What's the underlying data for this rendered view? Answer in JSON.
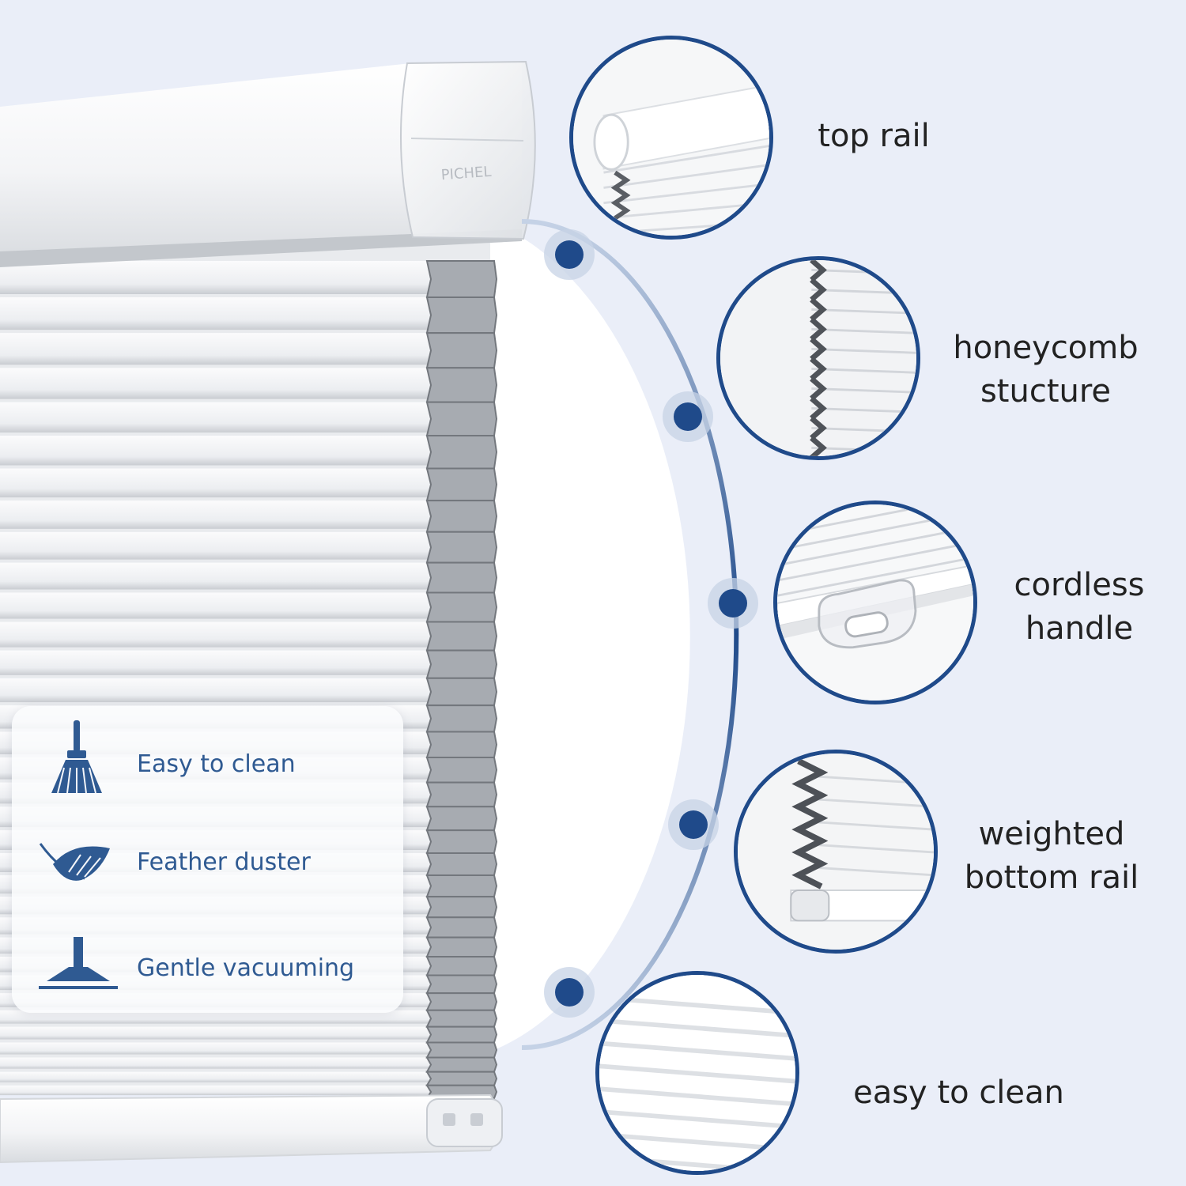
{
  "colors": {
    "background": "#eaeef8",
    "accent_navy": "#1f4a8a",
    "accent_text": "#2f5a92",
    "label_text": "#222222",
    "shade_white": "#f4f5f7",
    "pleat_grey": "#8c9096"
  },
  "shade": {
    "endcap_brand": "PICHEL"
  },
  "features": [
    {
      "label_lines": [
        "top rail"
      ]
    },
    {
      "label_lines": [
        "honeycomb",
        "stucture"
      ]
    },
    {
      "label_lines": [
        "cordless",
        "handle"
      ]
    },
    {
      "label_lines": [
        "weighted",
        "bottom rail"
      ]
    },
    {
      "label_lines": [
        "easy to clean"
      ]
    }
  ],
  "care": {
    "items": [
      {
        "label": "Easy to clean",
        "icon": "broom-icon"
      },
      {
        "label": "Feather duster",
        "icon": "feather-icon"
      },
      {
        "label": "Gentle vacuuming",
        "icon": "vacuum-icon"
      }
    ]
  }
}
